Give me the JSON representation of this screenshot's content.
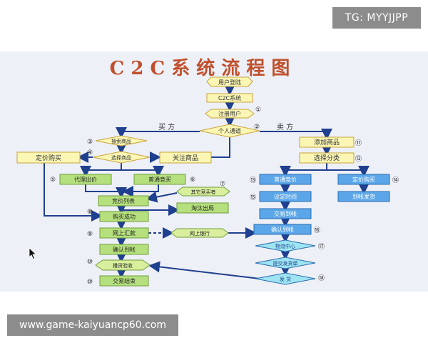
{
  "watermark": "TG: MYYJJPP",
  "site_url": "www.game-kaiyuancp60.com",
  "diagram": {
    "title": "C 2 C 系 统 流 程 图",
    "labels": {
      "buyer": "买 方",
      "seller": "卖 方"
    },
    "nodes": {
      "login": "用户登陆",
      "c2c_system": "C2C系统",
      "register": "注册用户",
      "personal_channel": "个人通道",
      "search_goods": "搜索商品",
      "select_goods": "选择商品",
      "fixed_buy_left": "定价购买",
      "follow_goods": "关注商品",
      "proxy_bid": "代理出价",
      "normal_bid": "普通竞买",
      "other_bidders": "其它竞买者",
      "bid_list": "竞价列表",
      "eliminated": "淘汰出局",
      "purchase_success": "购买成功",
      "online_remit": "网上汇款",
      "online_bank": "网上银行",
      "confirm_receipt_account": "确认到帐",
      "receive_goods": "播货验收",
      "trade_end": "交易结束",
      "add_goods": "添加商品",
      "select_category": "选择分类",
      "normal_bid_right": "普通竞价",
      "fixed_buy_right": "定价购买",
      "set_time": "设定时间",
      "trade_to_account": "交易到帐",
      "ship_on_arrival": "到帐发货",
      "confirm_account_right": "确认到帐",
      "logistics_center": "物流中心",
      "deliver_goods": "提交发货单",
      "ship": "发  货"
    },
    "step_numbers": [
      "①",
      "②",
      "③",
      "④",
      "⑤",
      "⑥",
      "⑦",
      "⑧",
      "⑨",
      "⑩",
      "⑪",
      "⑫",
      "⑬",
      "⑭",
      "⑮",
      "⑯",
      "⑰",
      "⑱"
    ]
  },
  "colors": {
    "panel": "#eef0f7",
    "title": "#c0502d",
    "yellow_fill": "#fbf6b4",
    "yellow_stroke": "#c9a43a",
    "green_fill": "#b6e07e",
    "green_stroke": "#6f9e3a",
    "blue_fill": "#5ba6e8",
    "blue_stroke": "#2a6db0",
    "cyan_fill": "#9ee4f2",
    "arrow": "#1f3f8f",
    "watermark_bg": "#8c8c8c"
  },
  "icons": {
    "cursor": "mouse-pointer-icon"
  }
}
